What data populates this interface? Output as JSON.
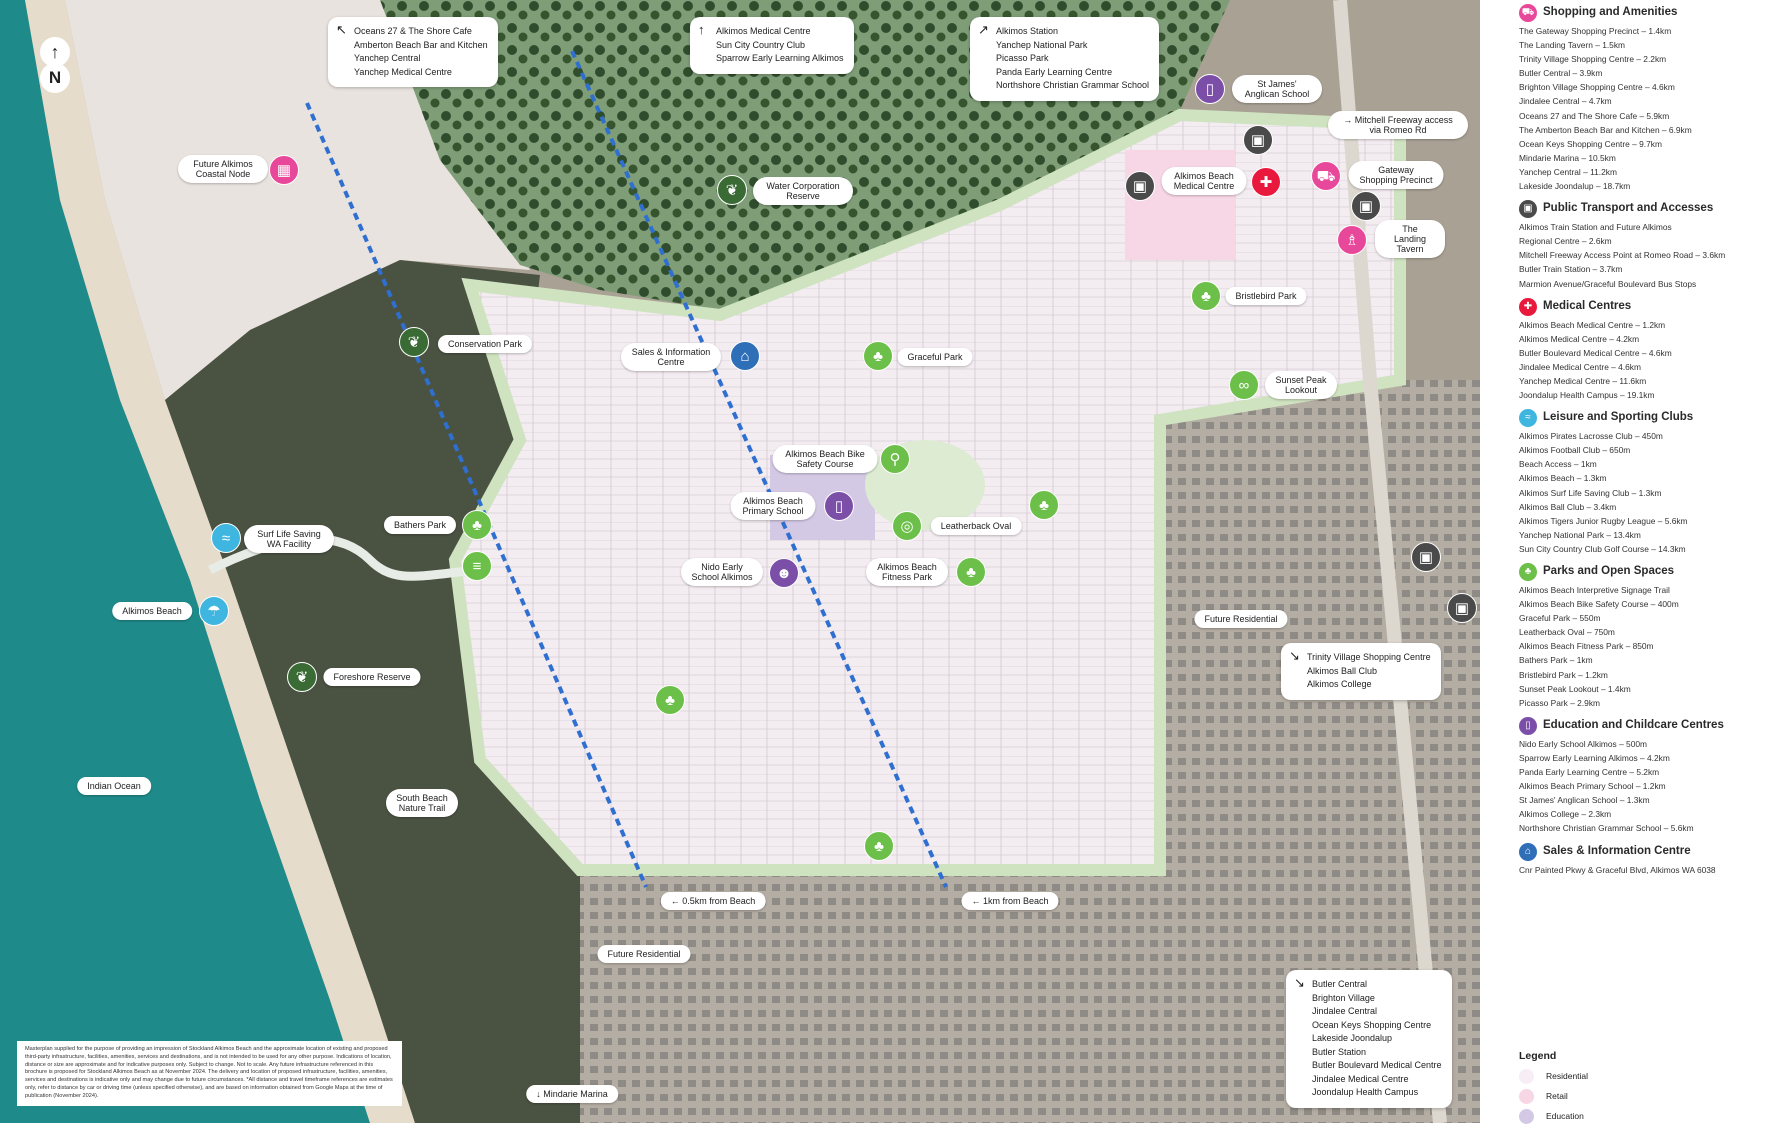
{
  "compass": {
    "arrow": "↑",
    "label": "N"
  },
  "callouts": {
    "north_west": {
      "arrow": "↖",
      "items": [
        "Oceans 27 & The Shore Cafe",
        "Amberton Beach Bar and Kitchen",
        "Yanchep Central",
        "Yanchep Medical Centre"
      ]
    },
    "north": {
      "arrow": "↑",
      "items": [
        "Alkimos Medical Centre",
        "Sun City Country Club",
        "Sparrow Early Learning Alkimos"
      ]
    },
    "north_east": {
      "arrow": "↗",
      "items": [
        "Alkimos Station",
        "Yanchep National Park",
        "Picasso Park",
        "Panda Early Learning Centre",
        "Northshore Christian Grammar School"
      ]
    },
    "south_east_1": {
      "arrow": "↘",
      "items": [
        "Trinity Village Shopping Centre",
        "Alkimos Ball Club",
        "Alkimos College"
      ]
    },
    "south_east_2": {
      "arrow": "↘",
      "items": [
        "Butler Central",
        "Brighton Village",
        "Jindalee Central",
        "Ocean Keys Shopping Centre",
        "Lakeside Joondalup",
        "Butler Station",
        "Butler Boulevard Medical Centre",
        "Jindalee Medical Centre",
        "Joondalup Health Campus"
      ]
    }
  },
  "labels": {
    "coastal_node": "Future Alkimos Coastal Node",
    "water_reserve": "Water Corporation Reserve",
    "conservation_park": "Conservation Park",
    "sales_centre": "Sales & Information Centre",
    "graceful_park": "Graceful Park",
    "st_james": "St James' Anglican School",
    "mitchell": "→ Mitchell Freeway access via Romeo Rd",
    "medical_centre": "Alkimos Beach Medical Centre",
    "gateway": "Gateway Shopping Precinct",
    "landing_tavern": "The Landing Tavern",
    "bristlebird": "Bristlebird Park",
    "sunset_peak": "Sunset Peak Lookout",
    "bike_course": "Alkimos Beach Bike Safety Course",
    "primary_school": "Alkimos Beach Primary School",
    "leatherback": "Leatherback Oval",
    "bathers": "Bathers Park",
    "surf_life": "Surf Life Saving WA Facility",
    "alkimos_beach": "Alkimos Beach",
    "nido": "Nido Early School Alkimos",
    "fitness_park": "Alkimos Beach Fitness Park",
    "future_res_east": "Future Residential",
    "foreshore": "Foreshore Reserve",
    "indian_ocean": "Indian Ocean",
    "south_beach": "South Beach Nature Trail",
    "half_km": "← 0.5km from Beach",
    "one_km": "← 1km from Beach",
    "future_res_south": "Future Residential",
    "mindarie": "↓ Mindarie Marina"
  },
  "disclaimer": "Masterplan supplied for the purpose of providing an impression of Stockland Alkimos Beach and the approximate location of existing and proposed third-party infrastructure, facilities, amenities, services and destinations, and is not intended to be used for any other purpose. Indications of location, distance or size are approximate and for indicative purposes only. Subject to change. Not to scale. Any future infrastructure referenced in this brochure is proposed for Stockland Alkimos Beach as at November 2024. The delivery and location of proposed infrastructure, facilities, amenities, services and destinations is indicative only and may change due to future circumstances. *All distance and travel timeframe references are estimates only, refer to distance by car or driving time (unless specified otherwise), and are based on information obtained from Google Maps at the time of publication (November 2024).",
  "sidebar": {
    "sections": [
      {
        "title": "Shopping and Amenities",
        "icon": "cart-icon",
        "color": "#e8489a",
        "items": [
          "The Gateway Shopping Precinct – 1.4km",
          "The Landing Tavern – 1.5km",
          "Trinity Village Shopping Centre – 2.2km",
          "Butler Central – 3.9km",
          "Brighton Village Shopping Centre – 4.6km",
          "Jindalee Central – 4.7km",
          "Oceans 27 and The Shore Cafe – 5.9km",
          "The Amberton Beach Bar and Kitchen – 6.9km",
          "Ocean Keys Shopping Centre – 9.7km",
          "Mindarie Marina – 10.5km",
          "Yanchep Central – 11.2km",
          "Lakeside Joondalup – 18.7km"
        ]
      },
      {
        "title": "Public Transport and Accesses",
        "icon": "bus-icon",
        "color": "#4a4a4a",
        "items": [
          "Alkimos Train Station and Future Alkimos",
          "Regional Centre – 2.6km",
          "Mitchell Freeway Access Point at Romeo Road – 3.6km",
          "Butler Train Station – 3.7km",
          "Marmion Avenue/Graceful Boulevard Bus Stops"
        ]
      },
      {
        "title": "Medical Centres",
        "icon": "medical-cross-icon",
        "color": "#e8193c",
        "items": [
          "Alkimos Beach Medical Centre – 1.2km",
          "Alkimos Medical Centre – 4.2km",
          "Butler Boulevard Medical Centre – 4.6km",
          "Jindalee Medical Centre – 4.6km",
          "Yanchep Medical Centre – 11.6km",
          "Joondalup Health Campus – 19.1km"
        ]
      },
      {
        "title": "Leisure and Sporting Clubs",
        "icon": "surfer-icon",
        "color": "#3fb6e0",
        "items": [
          "Alkimos Pirates Lacrosse Club – 450m",
          "Alkimos Football Club – 650m",
          "Beach Access – 1km",
          "Alkimos Beach – 1.3km",
          "Alkimos Surf Life Saving Club – 1.3km",
          "Alkimos Ball Club – 3.4km",
          "Alkimos Tigers Junior Rugby League – 5.6km",
          "Yanchep National Park – 13.4km",
          "Sun City Country Club Golf Course – 14.3km"
        ]
      },
      {
        "title": "Parks and Open Spaces",
        "icon": "tree-icon",
        "color": "#6cc04a",
        "items": [
          "Alkimos Beach Interpretive Signage Trail",
          "Alkimos Beach Bike Safety Course – 400m",
          "Graceful Park – 550m",
          "Leatherback Oval – 750m",
          "Alkimos Beach Fitness Park – 850m",
          "Bathers Park – 1km",
          "Bristlebird Park – 1.2km",
          "Sunset Peak Lookout – 1.4km",
          "Picasso Park – 2.9km"
        ]
      },
      {
        "title": "Education and Childcare Centres",
        "icon": "book-icon",
        "color": "#7b4fa8",
        "items": [
          "Nido Early School Alkimos – 500m",
          "Sparrow Early Learning Alkimos – 4.2km",
          "Panda Early Learning Centre – 5.2km",
          "Alkimos Beach Primary School – 1.2km",
          "St James' Anglican School – 1.3km",
          "Alkimos College – 2.3km",
          "Northshore Christian Grammar School – 5.6km"
        ]
      },
      {
        "title": "Sales & Information Centre",
        "icon": "sales-centre-icon",
        "color": "#2f6fb8",
        "items": [
          "Cnr Painted Pkwy & Graceful Blvd, Alkimos WA 6038"
        ]
      }
    ]
  },
  "legend": {
    "title": "Legend",
    "items": [
      {
        "label": "Residential",
        "color": "#f6eef4"
      },
      {
        "label": "Retail",
        "color": "#f7d6e6"
      },
      {
        "label": "Education",
        "color": "#d4c9e4"
      }
    ]
  }
}
